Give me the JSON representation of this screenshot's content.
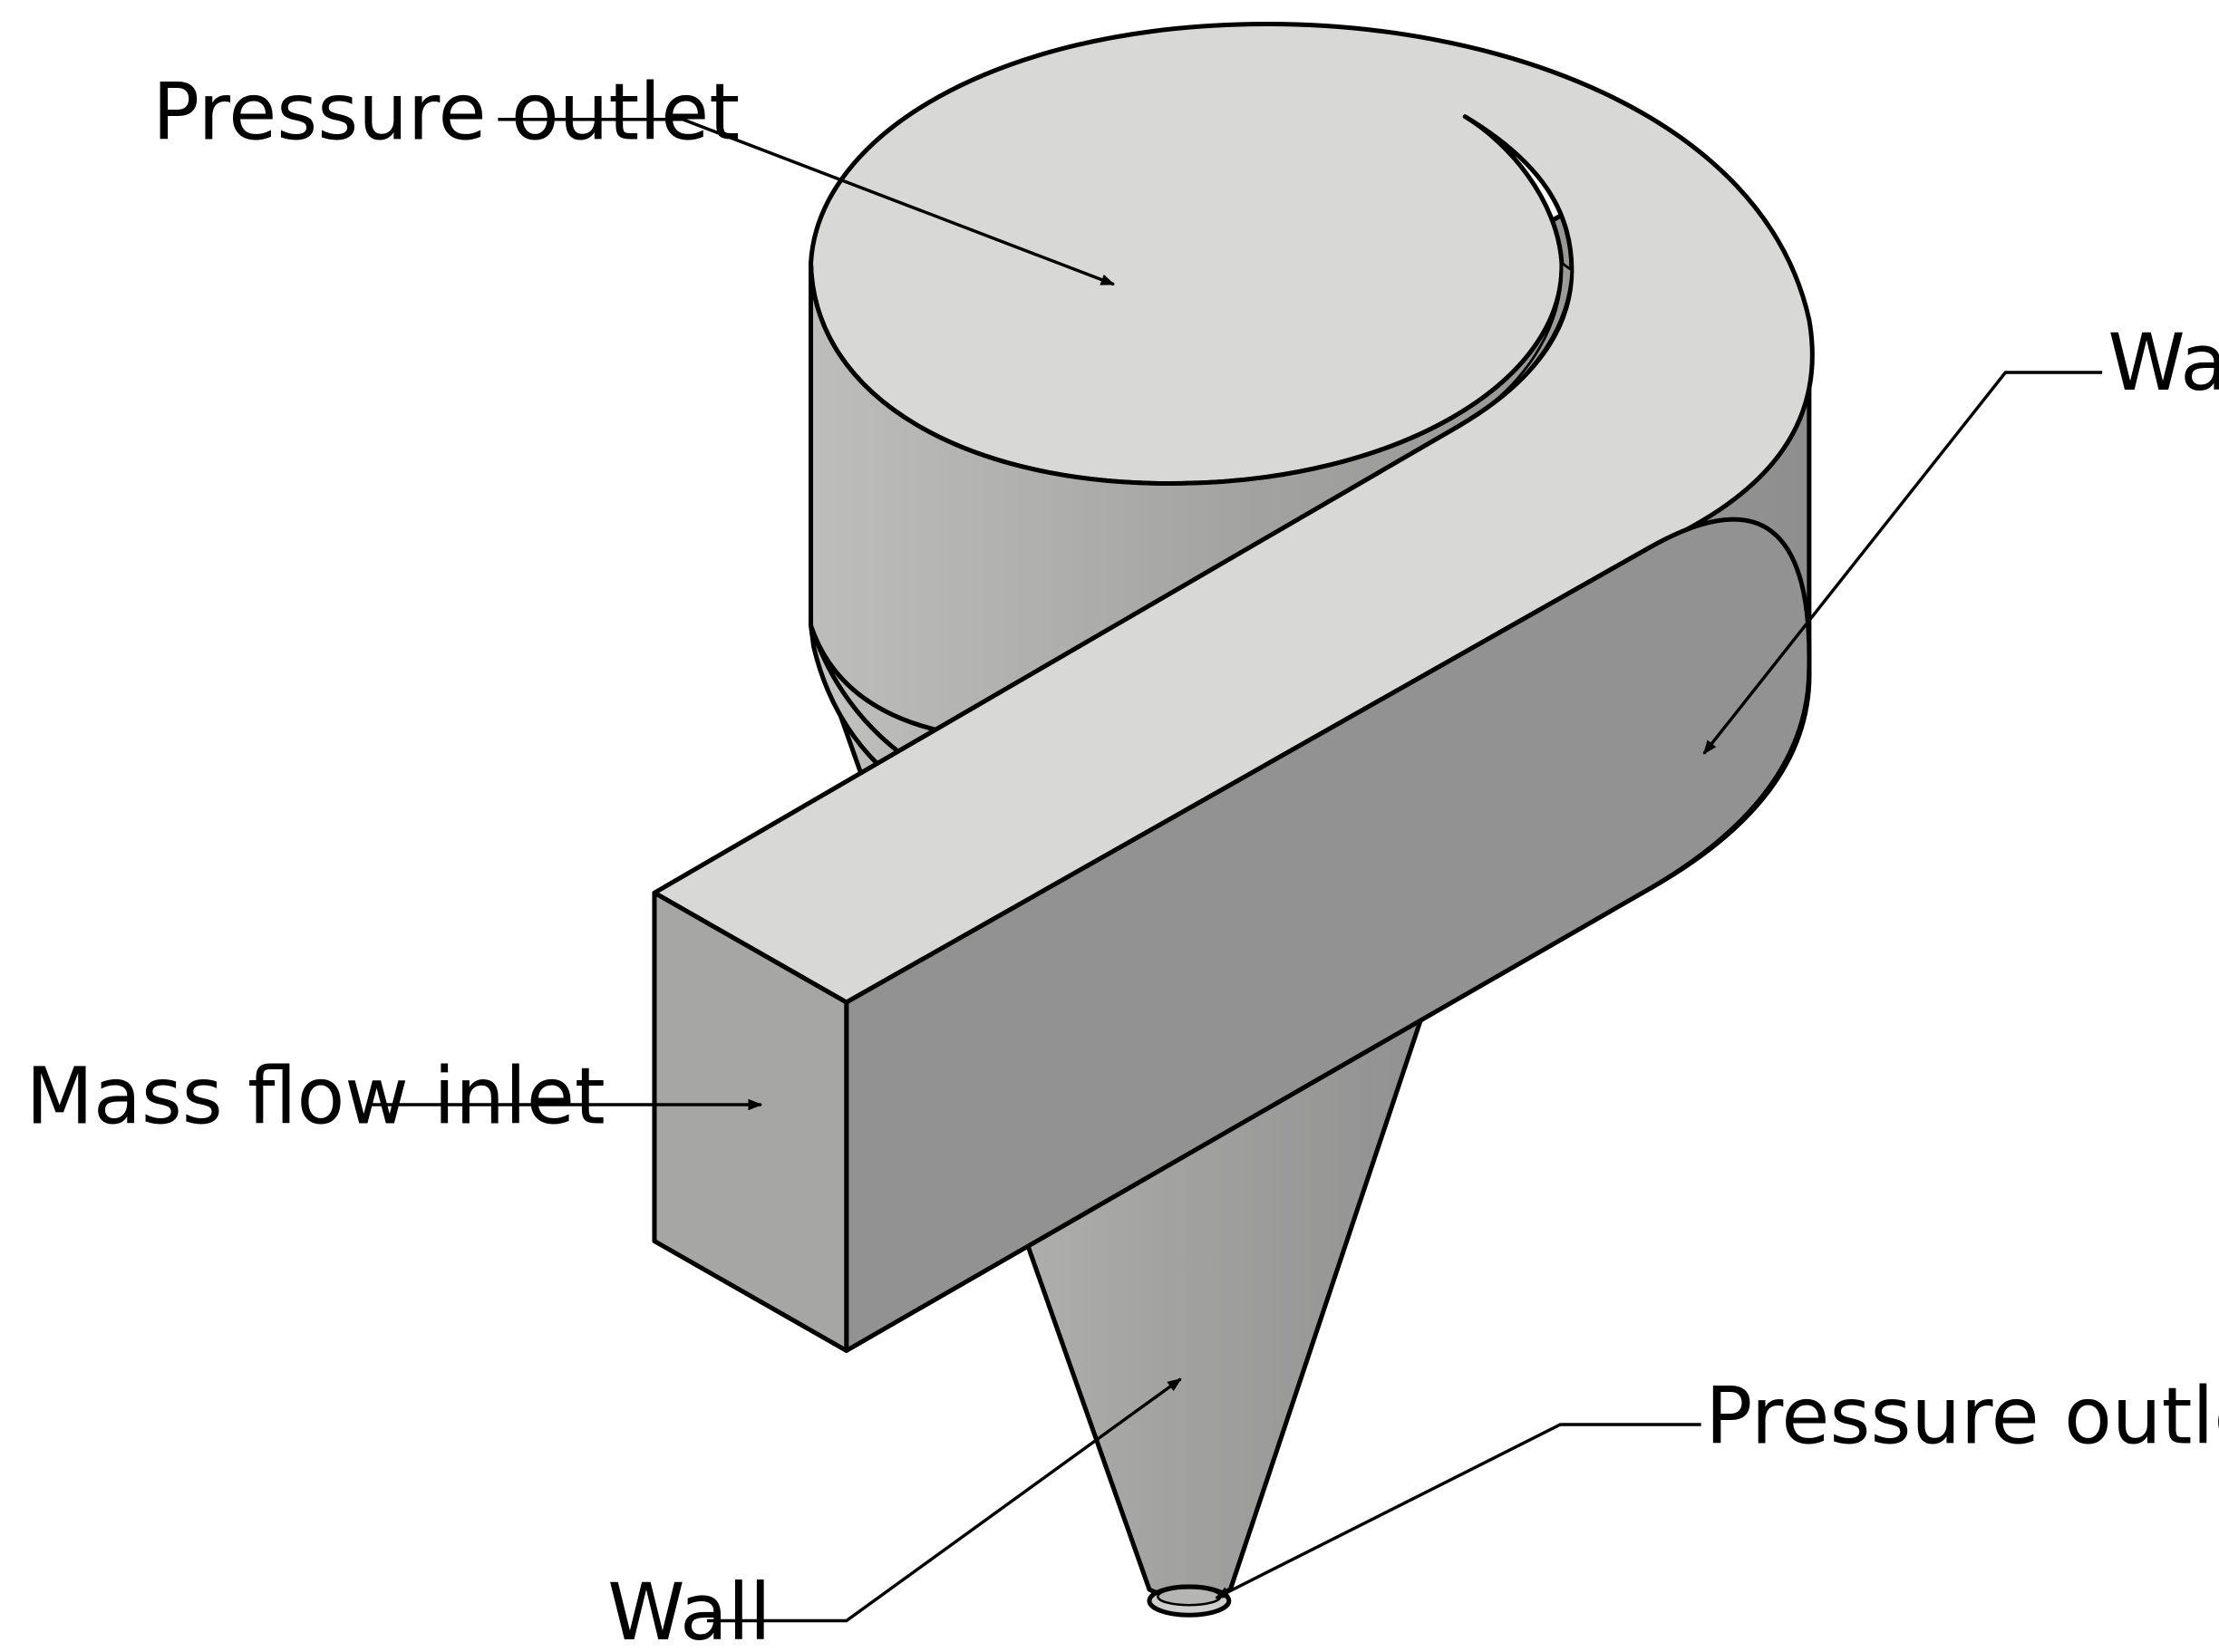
{
  "labels": {
    "top_outlet": "Pressure outlet",
    "upper_wall": "Wall",
    "inlet": "Mass flow inlet",
    "cone_wall": "Wall",
    "bottom_outlet": "Pressure outlet"
  },
  "colors": {
    "top_surface": "#d8d8d6",
    "cylinder_light": "#bdbdbb",
    "cylinder_dark": "#909090",
    "inlet_face": "#a6a6a4",
    "duct_side": "#929292",
    "outline": "#000000"
  }
}
